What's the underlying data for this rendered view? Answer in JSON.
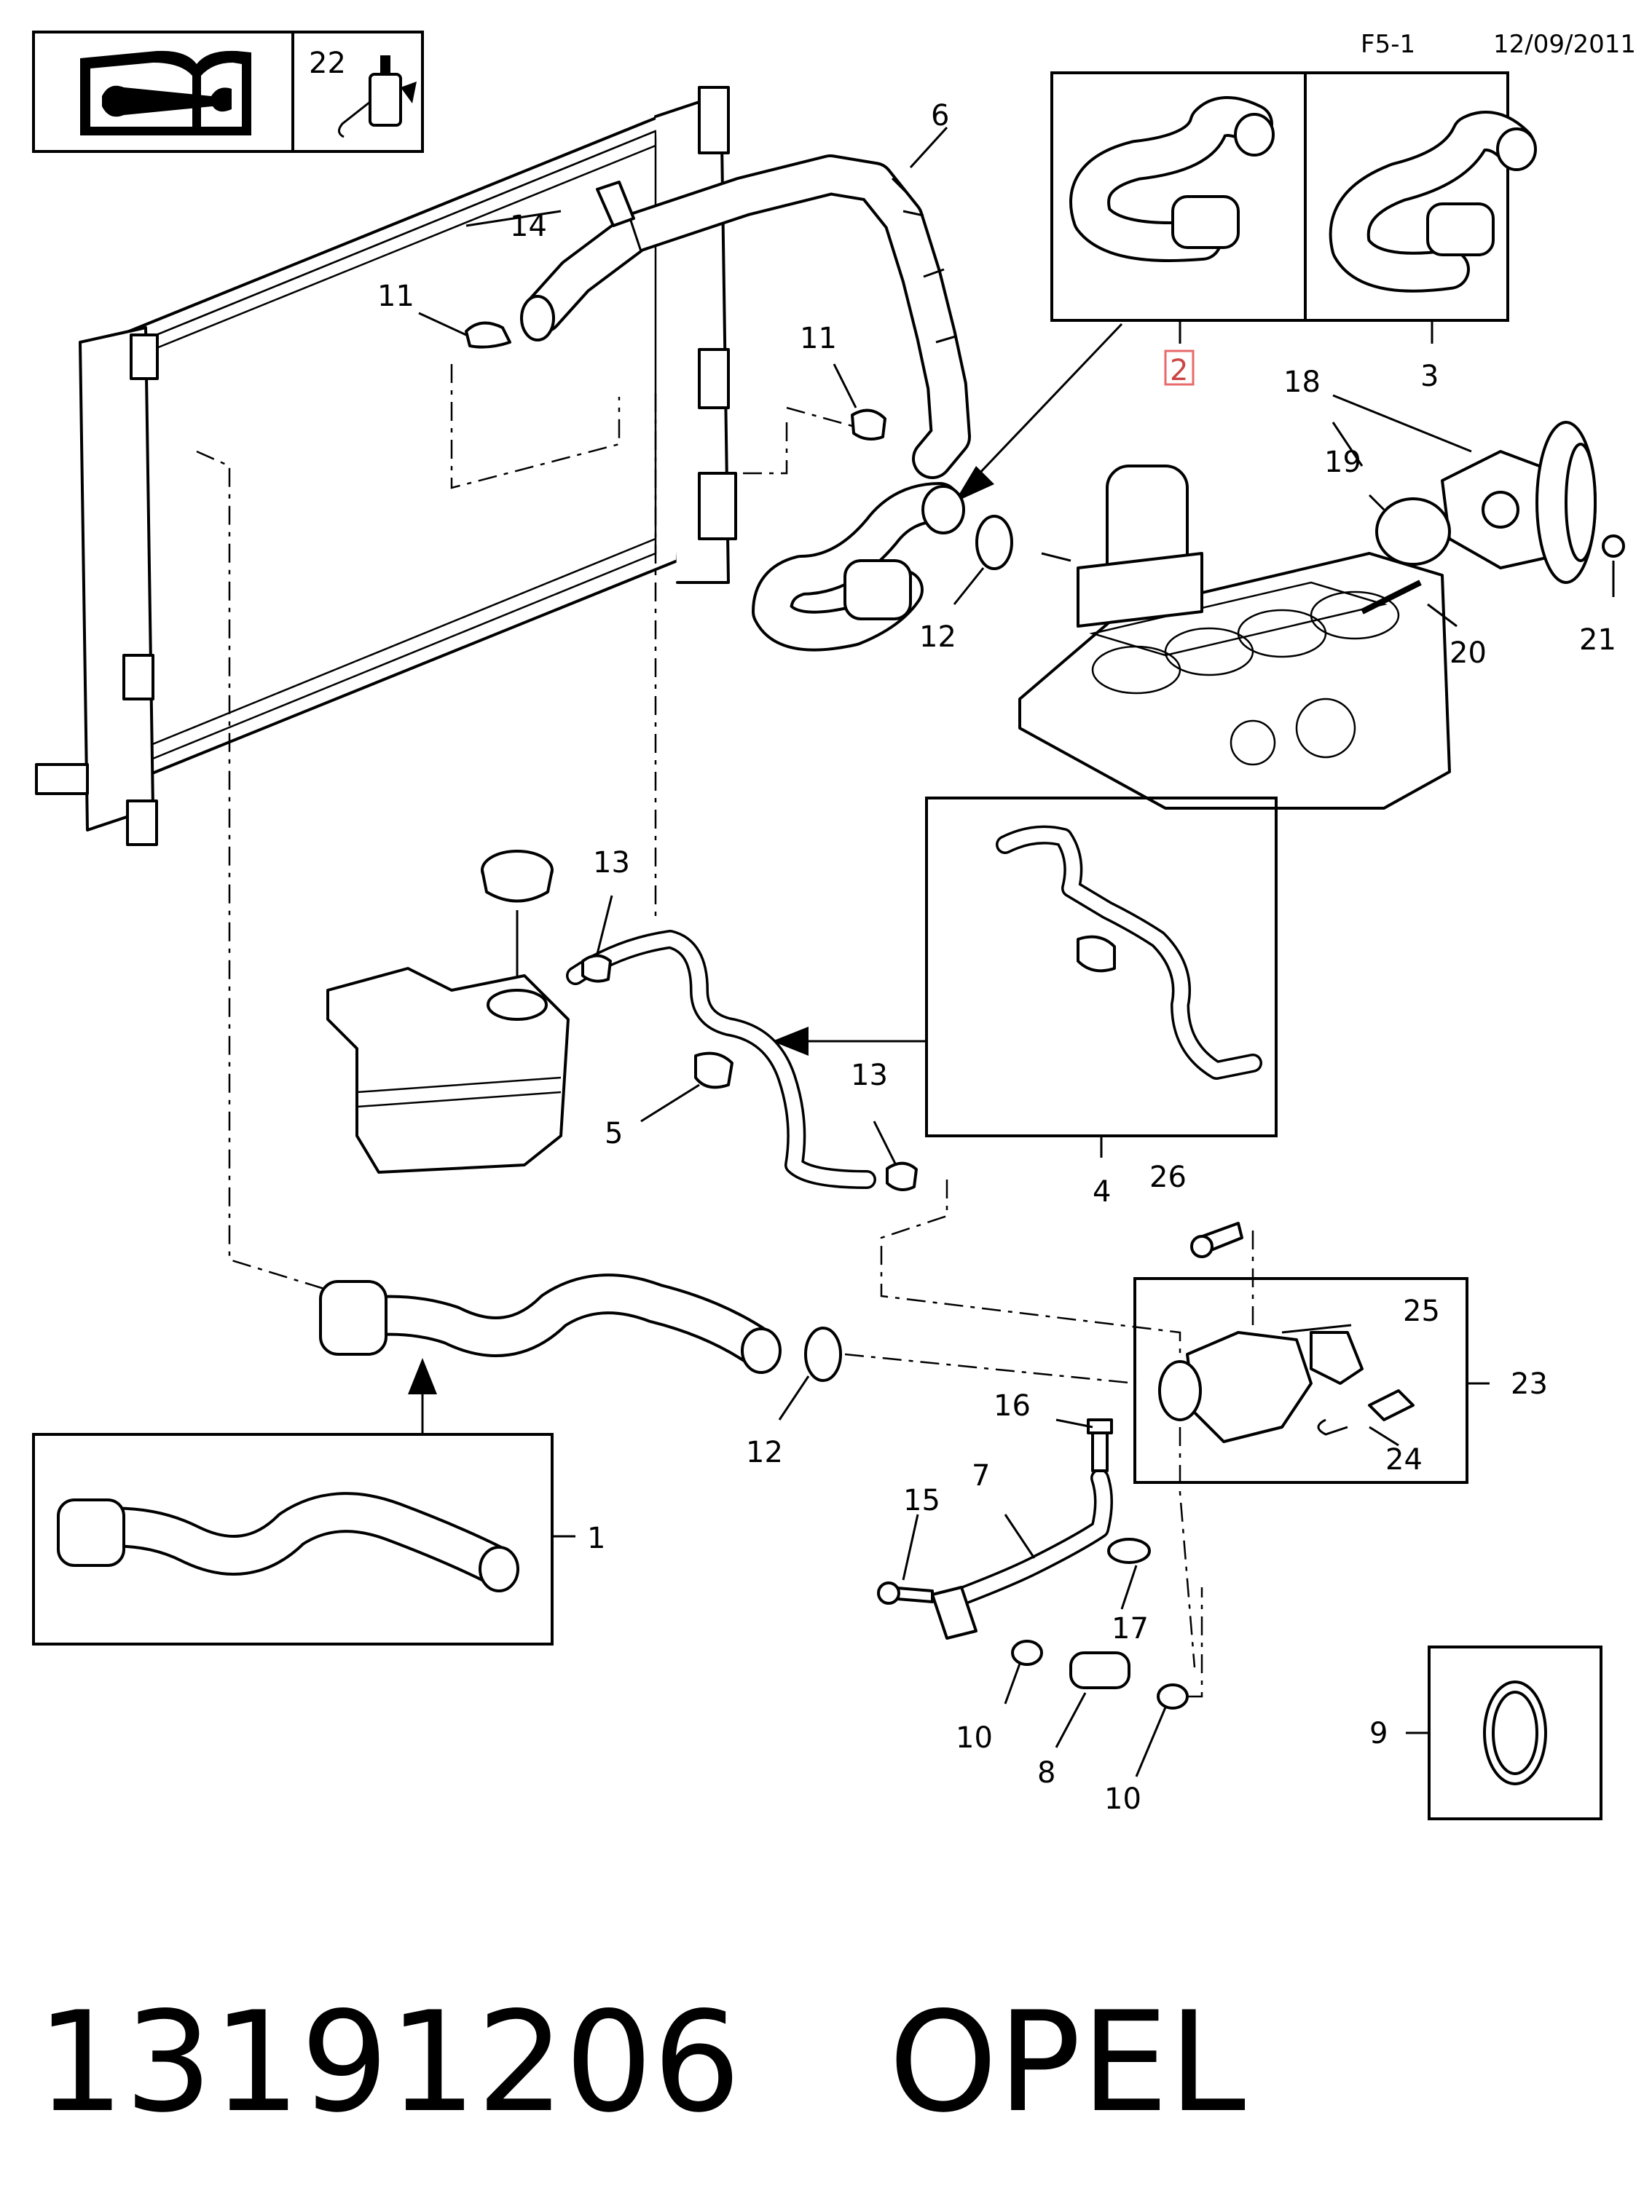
{
  "header": {
    "page_code": "F5-1",
    "date": "12/09/2011",
    "sealant_callout": "22"
  },
  "callouts": [
    "1",
    "2",
    "3",
    "4",
    "5",
    "6",
    "7",
    "8",
    "9",
    "10",
    "10",
    "11",
    "11",
    "12",
    "12",
    "13",
    "13",
    "14",
    "15",
    "16",
    "17",
    "18",
    "19",
    "20",
    "21",
    "23",
    "24",
    "25",
    "26"
  ],
  "highlight_color": "#e86a6a",
  "footer": {
    "part_number": "13191206",
    "brand": "OPEL"
  }
}
